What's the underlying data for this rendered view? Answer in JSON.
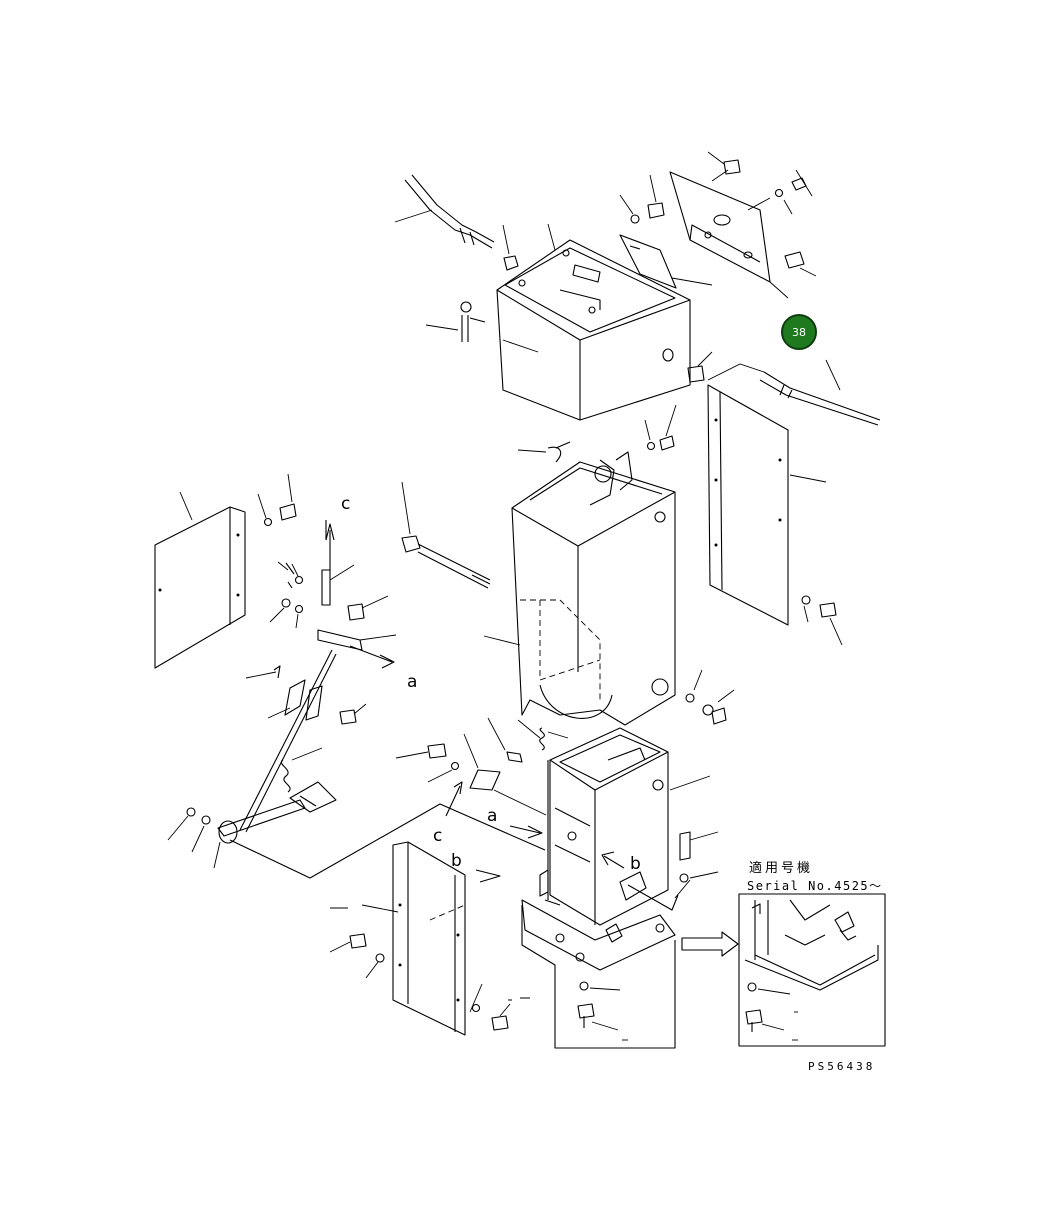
{
  "callout": {
    "label": "38",
    "color": "#1f7a1f"
  },
  "serial_note": {
    "heading": "適用号機",
    "serial": "Serial No.4525～"
  },
  "drawing_code": "PS56438",
  "view_letters": {
    "a": "a",
    "b": "b",
    "c": "c"
  }
}
